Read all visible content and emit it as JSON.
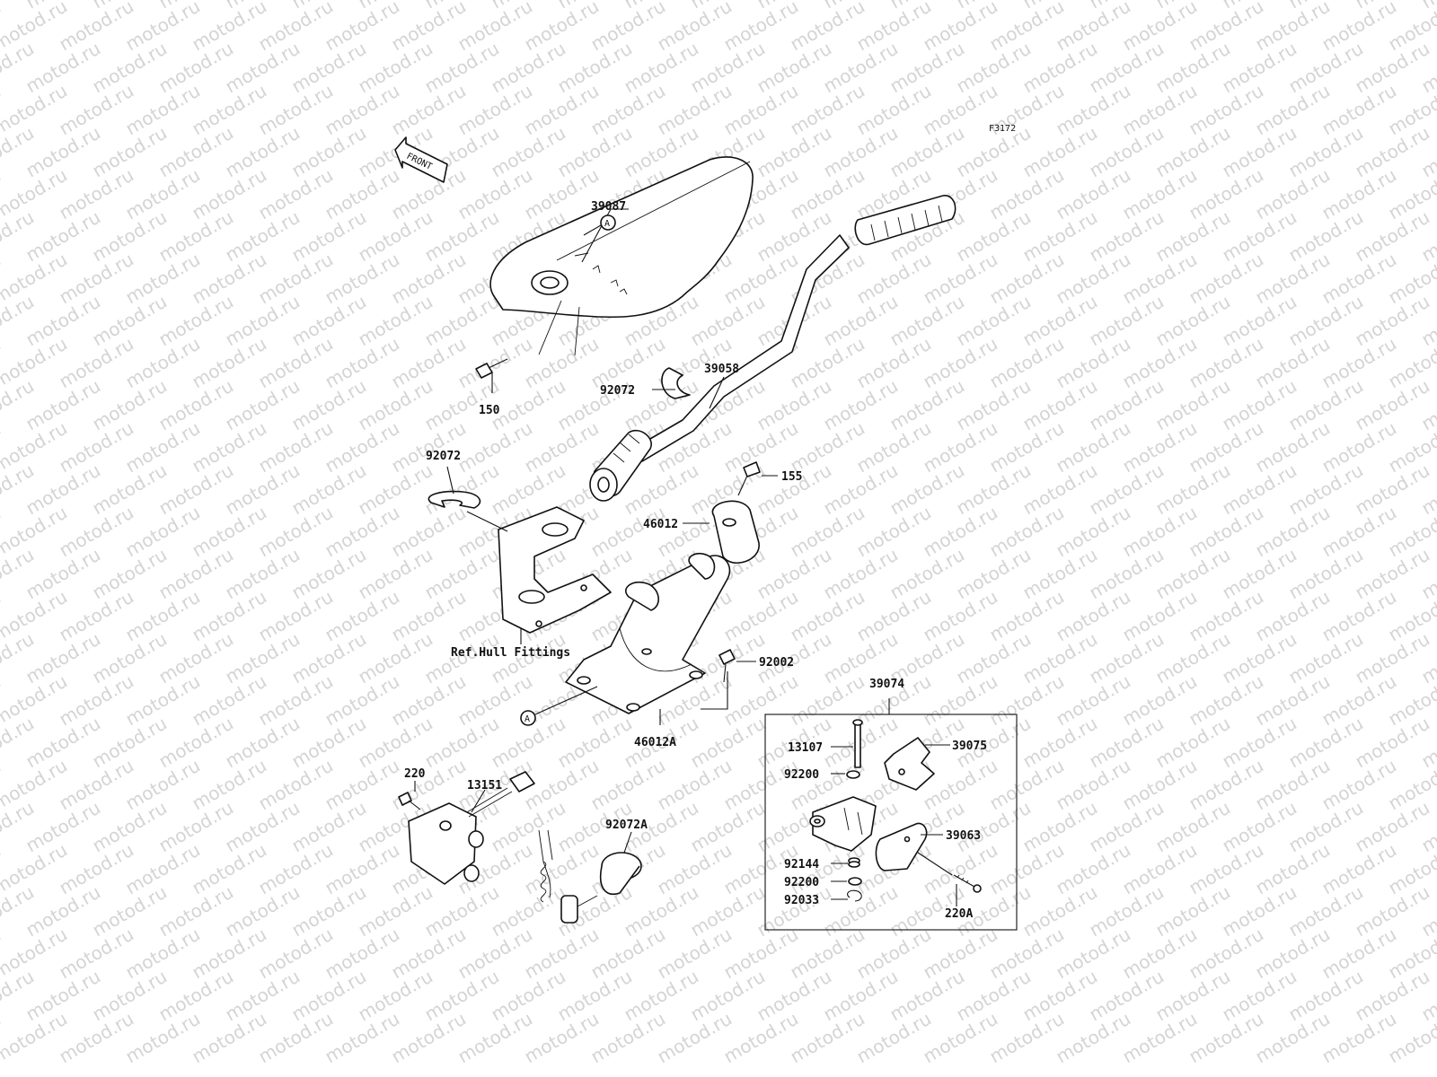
{
  "diagram": {
    "code": "F3172",
    "front_label": "FRONT",
    "watermark": "motod.ru",
    "ref_note": "Ref.Hull Fittings",
    "callout_a": "A",
    "parts": {
      "p39087": "39087",
      "p150": "150",
      "p92072_top": "92072",
      "p39058": "39058",
      "p92072_left": "92072",
      "p155": "155",
      "p46012": "46012",
      "p92002": "92002",
      "p46012A": "46012A",
      "p39074": "39074",
      "p13107": "13107",
      "p39075": "39075",
      "p92200_top": "92200",
      "p39063": "39063",
      "p92144": "92144",
      "p92200_bottom": "92200",
      "p92033": "92033",
      "p220A": "220A",
      "p220": "220",
      "p13151": "13151",
      "p92072A": "92072A"
    }
  }
}
